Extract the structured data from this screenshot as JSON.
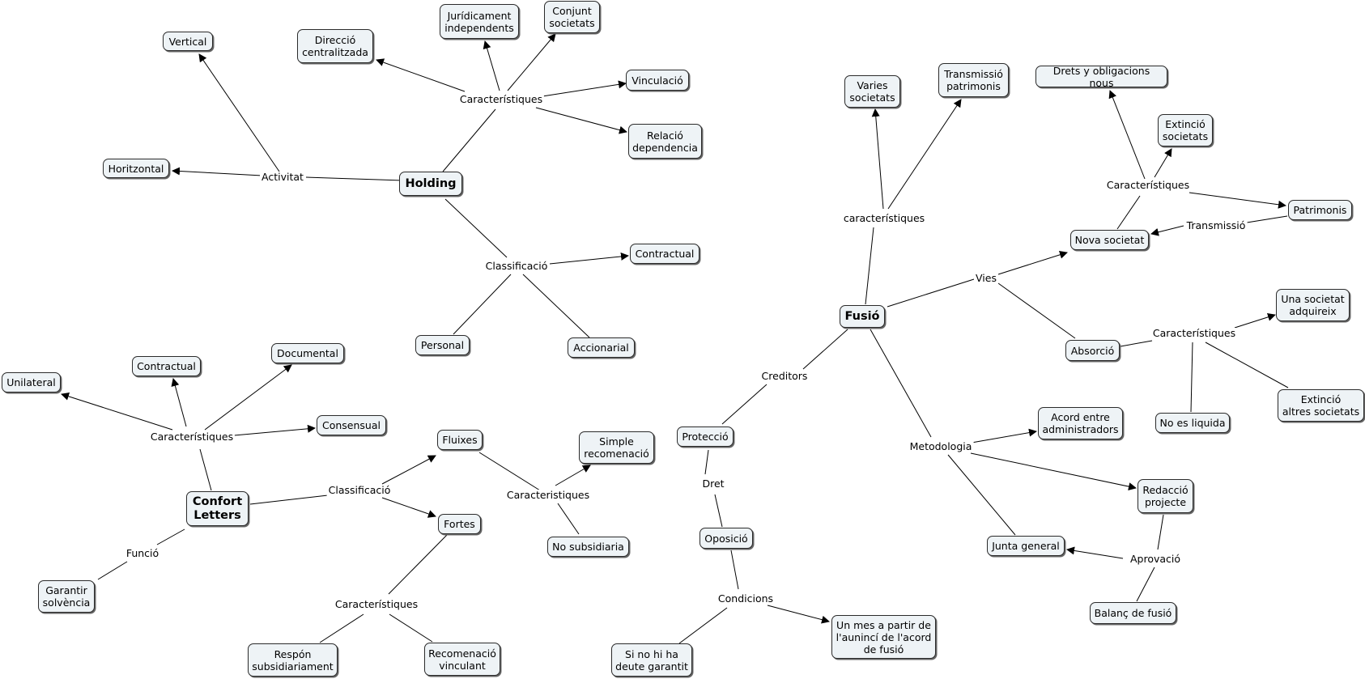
{
  "nodes": {
    "holding": "Holding",
    "vertical": "Vertical",
    "horitzontal": "Horitzontal",
    "direccio": "Direcció\ncentralitzada",
    "juridicament": "Jurídicament\nindependents",
    "conjunt": "Conjunt\nsocietats",
    "vinculacio": "Vinculació",
    "relacio": "Relació\ndependencia",
    "contractual_h": "Contractual",
    "personal": "Personal",
    "accionarial": "Accionarial",
    "confort": "Confort\nLetters",
    "unilateral": "Unilateral",
    "contractual_c": "Contractual",
    "documental": "Documental",
    "consensual": "Consensual",
    "fluixes": "Fluixes",
    "fortes": "Fortes",
    "simple": "Simple\nrecomenació",
    "no_subsidiaria": "No subsidiaria",
    "respon": "Respón\nsubsidiariament",
    "recomenacio": "Recomenació\nvinculant",
    "garantir": "Garantir\nsolvència",
    "fusio": "Fusió",
    "varies": "Varies\nsocietats",
    "transmissio_p": "Transmissió\npatrimonis",
    "drets": "Drets y obligacions nous",
    "extincio_s": "Extinció\nsocietats",
    "patrimonis": "Patrimonis",
    "nova": "Nova societat",
    "absorcio": "Absorció",
    "una_soc": "Una societat\nadquireix",
    "extincio_a": "Extinció\naltres societats",
    "no_liquida": "No es liquida",
    "proteccio": "Protecció",
    "oposicio": "Oposició",
    "si_no": "Si no hi ha\ndeute garantit",
    "un_mes": "Un mes a partir de\nl'aunincí de l'acord\nde fusió",
    "acord": "Acord entre\nadministradors",
    "redaccio": "Redacció\nprojecte",
    "junta": "Junta general",
    "balanc": "Balanç de fusió"
  },
  "labels": {
    "activitat": "Activitat",
    "caract_h": "Característiques",
    "classif_h": "Classificació",
    "caract_c": "Característiques",
    "classif_c": "Classificació",
    "caract_fluixes": "Caracteristiques",
    "caract_fortes": "Característiques",
    "funcio": "Funció",
    "caract_f": "característiques",
    "vies": "Vies",
    "caract_nova": "Característiques",
    "transmissio": "Transmissió",
    "caract_abs": "Característiques",
    "creditors": "Creditors",
    "dret": "Dret",
    "condicions": "Condicions",
    "metodologia": "Metodologia",
    "aprovacio": "Aprovació"
  },
  "colors": {
    "line": "#000000",
    "node_fill": "#eef3f6",
    "node_border": "#2b2b2b"
  }
}
